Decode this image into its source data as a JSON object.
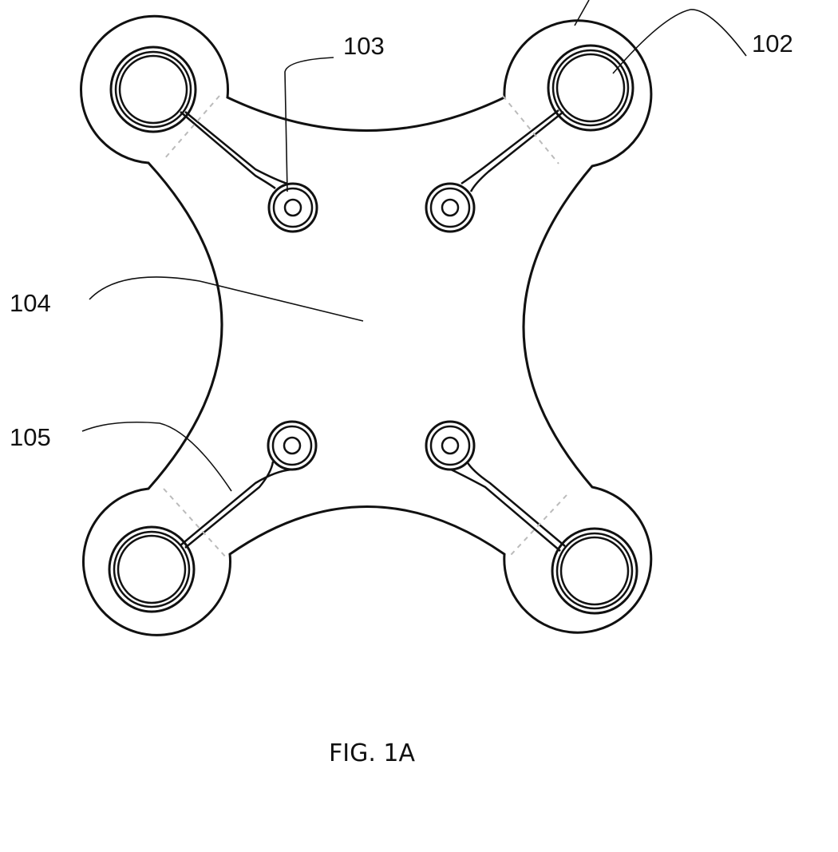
{
  "figure": {
    "caption": "FIG. 1A",
    "labels": {
      "pad_large": "102",
      "pad_small": "103",
      "center_region": "104",
      "trace": "105"
    }
  },
  "colors": {
    "line": "#111111",
    "background": "#ffffff"
  }
}
